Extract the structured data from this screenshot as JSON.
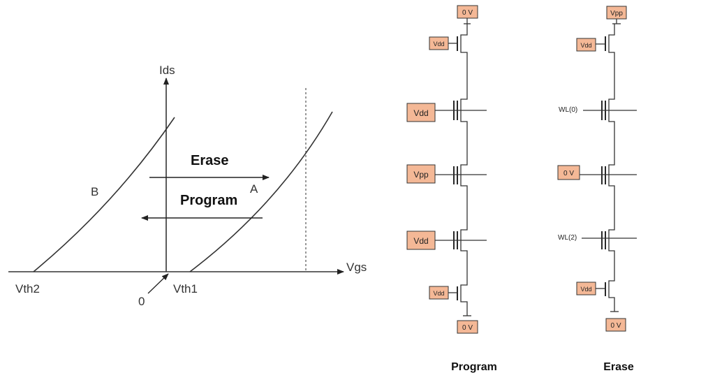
{
  "graph": {
    "y_axis_label": "Ids",
    "x_axis_label": "Vgs",
    "curve_b_label": "B",
    "curve_a_label": "A",
    "origin_label": "0",
    "vth1_label": "Vth1",
    "vth2_label": "Vth2",
    "erase_label": "Erase",
    "program_label": "Program"
  },
  "program_string": {
    "caption": "Program",
    "top_label": "0 V",
    "top_select_gate": "Vdd",
    "wl0": "Vdd",
    "wl1": "Vpp",
    "wl2": "Vdd",
    "bottom_select_gate": "Vdd",
    "bottom_label": "0 V"
  },
  "erase_string": {
    "caption": "Erase",
    "top_label": "Vpp",
    "top_select_gate": "Vdd",
    "wl0": "WL(0)",
    "wl1": "0 V",
    "wl2": "WL(2)",
    "bottom_select_gate": "Vdd",
    "bottom_label": "0 V"
  },
  "colors": {
    "label_box_fill": "#f4b896",
    "line": "#333333"
  }
}
